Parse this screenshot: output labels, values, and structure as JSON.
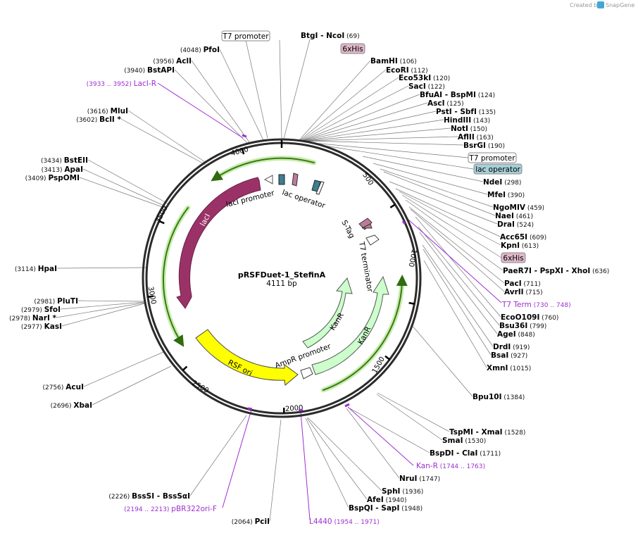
{
  "credit": {
    "prefix": "Created by",
    "brand": "SnapGene"
  },
  "plasmid": {
    "name": "pRSFDuet-1_StefinA",
    "length": "4111 bp"
  },
  "ticks": [
    "500",
    "1000",
    "1500",
    "2000",
    "2500",
    "3000",
    "3500",
    "4000"
  ],
  "enzymes_top": [
    {
      "name": "BtgI",
      "sep": "-",
      "name2": "NcoI",
      "pos": "(69)"
    }
  ],
  "enzymes_right": [
    {
      "name": "BamHI",
      "pos": "(106)"
    },
    {
      "name": "EcoRI",
      "pos": "(112)"
    },
    {
      "name": "Eco53kI",
      "pos": "(120)"
    },
    {
      "name": "SacI",
      "pos": "(122)"
    },
    {
      "name": "BfuAI",
      "name2": "BspMI",
      "pos": "(124)"
    },
    {
      "name": "AscI",
      "pos": "(125)"
    },
    {
      "name": "PstI",
      "name2": "SbfI",
      "pos": "(135)"
    },
    {
      "name": "HindIII",
      "pos": "(143)"
    },
    {
      "name": "NotI",
      "pos": "(150)"
    },
    {
      "name": "AflII",
      "pos": "(163)"
    },
    {
      "name": "BsrGI",
      "pos": "(190)"
    },
    {
      "name": "NdeI",
      "pos": "(298)"
    },
    {
      "name": "MfeI",
      "pos": "(390)"
    },
    {
      "name": "NgoMIV",
      "pos": "(459)"
    },
    {
      "name": "NaeI",
      "pos": "(461)"
    },
    {
      "name": "DraI",
      "pos": "(524)"
    },
    {
      "name": "Acc65I",
      "pos": "(609)"
    },
    {
      "name": "KpnI",
      "pos": "(613)"
    },
    {
      "name": "PaeR7I",
      "name2": "PspXI",
      "name3": "XhoI",
      "pos": "(636)"
    },
    {
      "name": "PacI",
      "pos": "(711)"
    },
    {
      "name": "AvrII",
      "pos": "(715)"
    },
    {
      "name": "EcoO109I",
      "pos": "(760)"
    },
    {
      "name": "Bsu36I",
      "pos": "(799)"
    },
    {
      "name": "AgeI",
      "pos": "(848)"
    },
    {
      "name": "DrdI",
      "pos": "(919)"
    },
    {
      "name": "BsaI",
      "pos": "(927)"
    },
    {
      "name": "XmnI",
      "pos": "(1015)"
    },
    {
      "name": "Bpu10I",
      "pos": "(1384)"
    },
    {
      "name": "TspMI",
      "name2": "XmaI",
      "pos": "(1528)"
    },
    {
      "name": "SmaI",
      "pos": "(1530)"
    },
    {
      "name": "BspDI",
      "name2": "ClaI",
      "pos": "(1711)"
    },
    {
      "name": "NruI",
      "pos": "(1747)"
    },
    {
      "name": "SphI",
      "pos": "(1936)"
    },
    {
      "name": "AfeI",
      "pos": "(1940)"
    },
    {
      "name": "BspQI",
      "name2": "SapI",
      "pos": "(1948)"
    }
  ],
  "enzymes_left": [
    {
      "name": "PfoI",
      "pos": "(4048)"
    },
    {
      "name": "AclI",
      "pos": "(3956)"
    },
    {
      "name": "BstAPI",
      "pos": "(3940)"
    },
    {
      "name": "MluI",
      "pos": "(3616)"
    },
    {
      "name": "BclI *",
      "pos": "(3602)"
    },
    {
      "name": "BstEII",
      "pos": "(3434)"
    },
    {
      "name": "ApaI",
      "pos": "(3413)"
    },
    {
      "name": "PspOMI",
      "pos": "(3409)"
    },
    {
      "name": "HpaI",
      "pos": "(3114)"
    },
    {
      "name": "PluTI",
      "pos": "(2981)"
    },
    {
      "name": "SfoI",
      "pos": "(2979)"
    },
    {
      "name": "NarI *",
      "pos": "(2978)"
    },
    {
      "name": "KasI",
      "pos": "(2977)"
    },
    {
      "name": "AcuI",
      "pos": "(2756)"
    },
    {
      "name": "XbaI",
      "pos": "(2696)"
    },
    {
      "name": "BssSI",
      "name2": "BssSαI",
      "pos": "(2226)"
    },
    {
      "name": "PciI",
      "pos": "(2064)"
    }
  ],
  "primers": [
    {
      "name": "LacI-R",
      "pos": "(3933 .. 3952)"
    },
    {
      "name": "T7 Term",
      "pos": "(730 .. 748)"
    },
    {
      "name": "Kan-R",
      "pos": "(1744 .. 1763)"
    },
    {
      "name": "pBR322ori-F",
      "pos": "(2194 .. 2213)"
    },
    {
      "name": "L4440",
      "pos": "(1954 .. 1971)"
    }
  ],
  "boxed": {
    "t7_promoter_top": "T7 promoter",
    "his_top": "6xHis",
    "t7_promoter_right": "T7 promoter",
    "lac_operator_right": "lac operator",
    "his_right": "6xHis"
  },
  "features": {
    "laci": "lacI",
    "laci_promoter": "lacI promoter",
    "lac_operator": "lac operator",
    "stag": "S-Tag",
    "t7_terminator": "T7 terminator",
    "kanr1": "KanR",
    "kanr2": "KanR",
    "ampr_promoter": "AmpR promoter",
    "rsf_ori": "RSF ori"
  },
  "colors": {
    "laci": "#9a3268",
    "kanr": "#ccffcc",
    "rsf": "#ffff00",
    "his": "#e0b7c9",
    "lacop": "#a6cfd8",
    "primer": "#9d2fd0",
    "promoter_arc": "#3a7a12"
  }
}
